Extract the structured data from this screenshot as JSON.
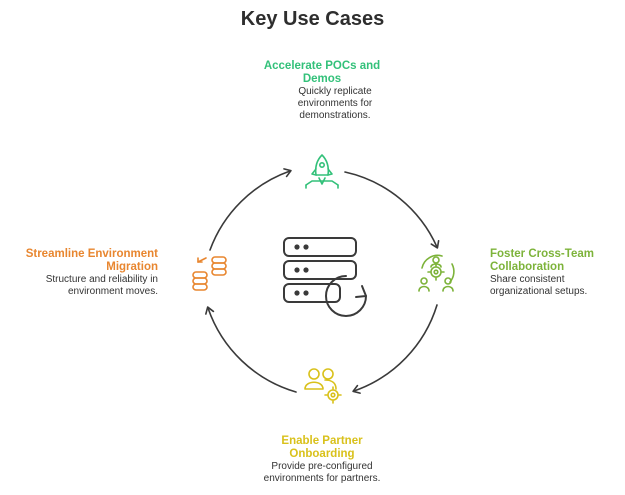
{
  "title": "Key Use Cases",
  "colors": {
    "green": "#33c17a",
    "lime": "#7db33a",
    "yellow": "#d9c11b",
    "orange": "#e8862f",
    "dark": "#3a3a3a"
  },
  "use_cases": {
    "top": {
      "heading": "Accelerate POCs and Demos",
      "description": "Quickly replicate environments for demonstrations.",
      "icon": "rocket-launch-icon"
    },
    "right": {
      "heading": "Foster Cross-Team Collaboration",
      "description": "Share consistent organizational setups.",
      "icon": "team-gear-icon"
    },
    "bottom": {
      "heading": "Enable Partner Onboarding",
      "description": "Provide pre-configured environments for partners.",
      "icon": "users-gear-icon"
    },
    "left": {
      "heading": "Streamline Environment Migration",
      "description": "Structure and reliability in environment moves.",
      "icon": "database-transfer-icon"
    }
  },
  "center_icon": "server-refresh-icon"
}
